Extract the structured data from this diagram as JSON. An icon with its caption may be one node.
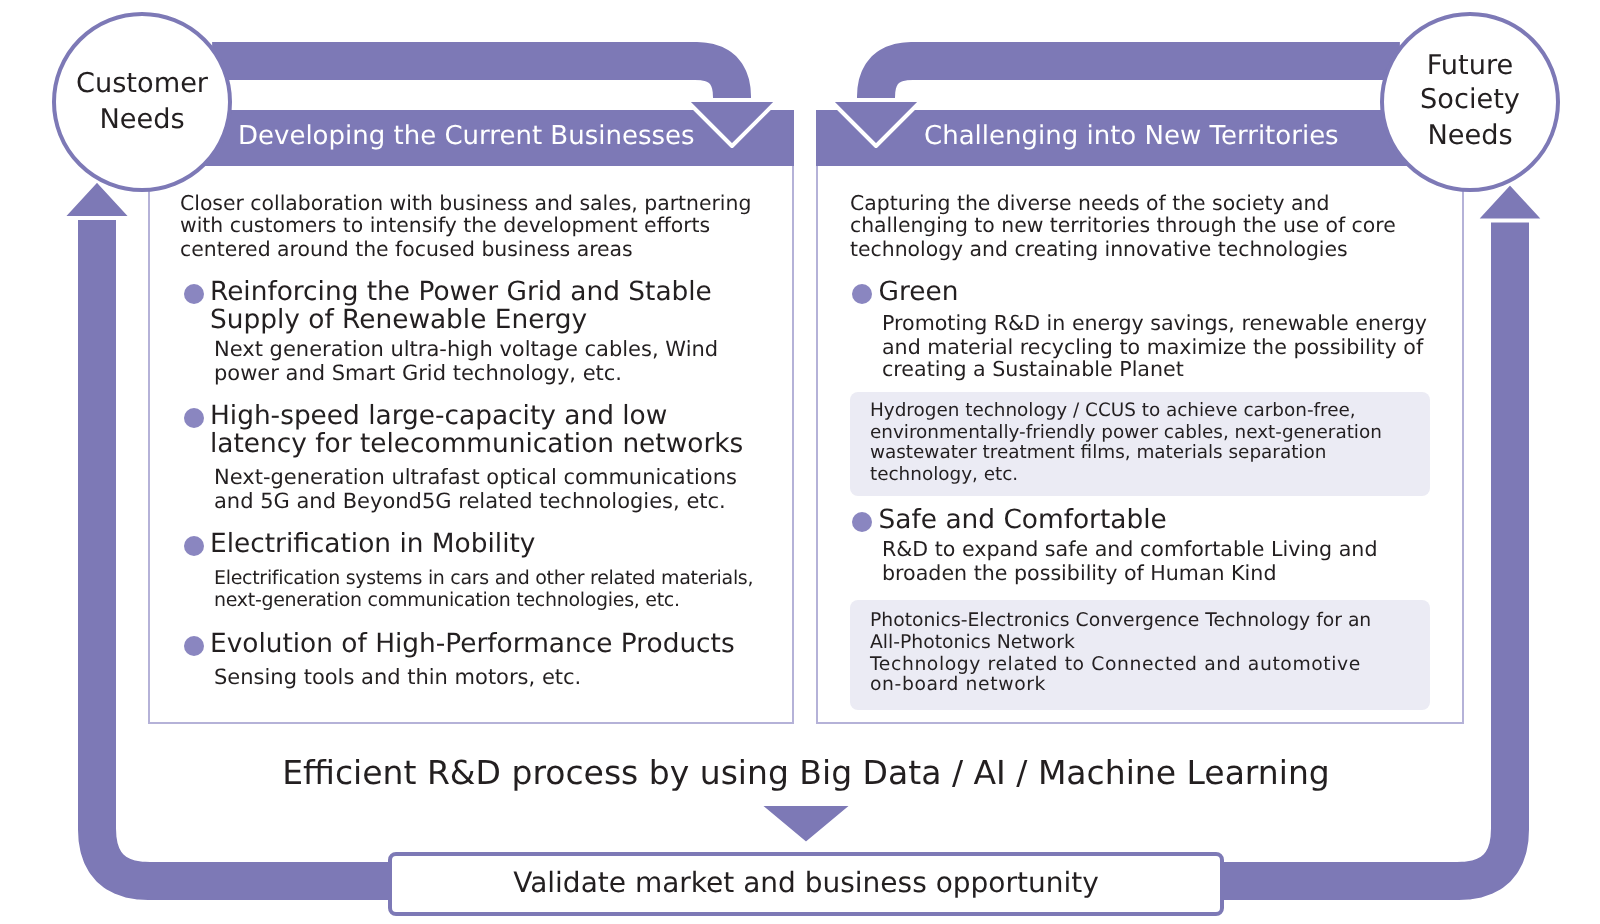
{
  "diagram": {
    "nodes": [
      {
        "text": [
          "Customer Needs"
        ]
      },
      {
        "text": [
          "Future Society Needs"
        ]
      },
      {
        "text": [
          "Developing the Current Businesses",
          "Closer collaboration with business and sales, partnering with customers to intensify the development efforts centered around the focused business areas",
          "Reinforcing the Power Grid and Stable Supply of Renewable Energy",
          "Next generation ultra-high voltage cables, Wind power and Smart Grid technology, etc.",
          "High-speed large-capacity and low latency for telecommunication networks",
          "Next-generation ultrafast optical communications and 5G and Beyond5G related technologies, etc.",
          "Electrification in Mobility",
          "Electrification systems in cars and other related materials, next-generation communication technologies, etc.",
          "Evolution of High-Performance Products",
          "Sensing tools and thin motors, etc."
        ]
      },
      {
        "text": [
          "Challenging into New Territories",
          "Capturing the diverse needs of the society and challenging to new territories through the use of core technology and creating innovative technologies",
          "Green",
          "Promoting R&D in energy savings, renewable energy and material recycling to maximize the possibility of creating a Sustainable Planet",
          "Safe and Comfortable",
          "R&D to expand safe and comfortable Living and broaden the possibility of Human Kind"
        ]
      },
      {
        "text": [
          "Hydrogen technology / CCUS to achieve carbon-free, environmentally-friendly power cables, next-generation wastewater treatment films, materials separation technology, etc."
        ],
        "in": 3
      },
      {
        "text": [
          "Photonics-Electronics Convergence Technology for an All-Photonics Network",
          "Technology related to Connected and automotive on-board network"
        ],
        "in": 3
      },
      {
        "text": [
          "Efficient R&D process by using Big Data / AI / Machine Learning"
        ]
      },
      {
        "text": [
          "Validate market and business opportunity"
        ]
      }
    ],
    "edges": [
      {
        "from": 0,
        "to": 2,
        "arrow": "to"
      },
      {
        "from": 1,
        "to": 3,
        "arrow": "to"
      },
      {
        "from": 7,
        "to": 0,
        "arrow": "to"
      },
      {
        "from": 7,
        "to": 1,
        "arrow": "to"
      },
      {
        "from": 6,
        "to": 7,
        "arrow": "to"
      }
    ]
  }
}
